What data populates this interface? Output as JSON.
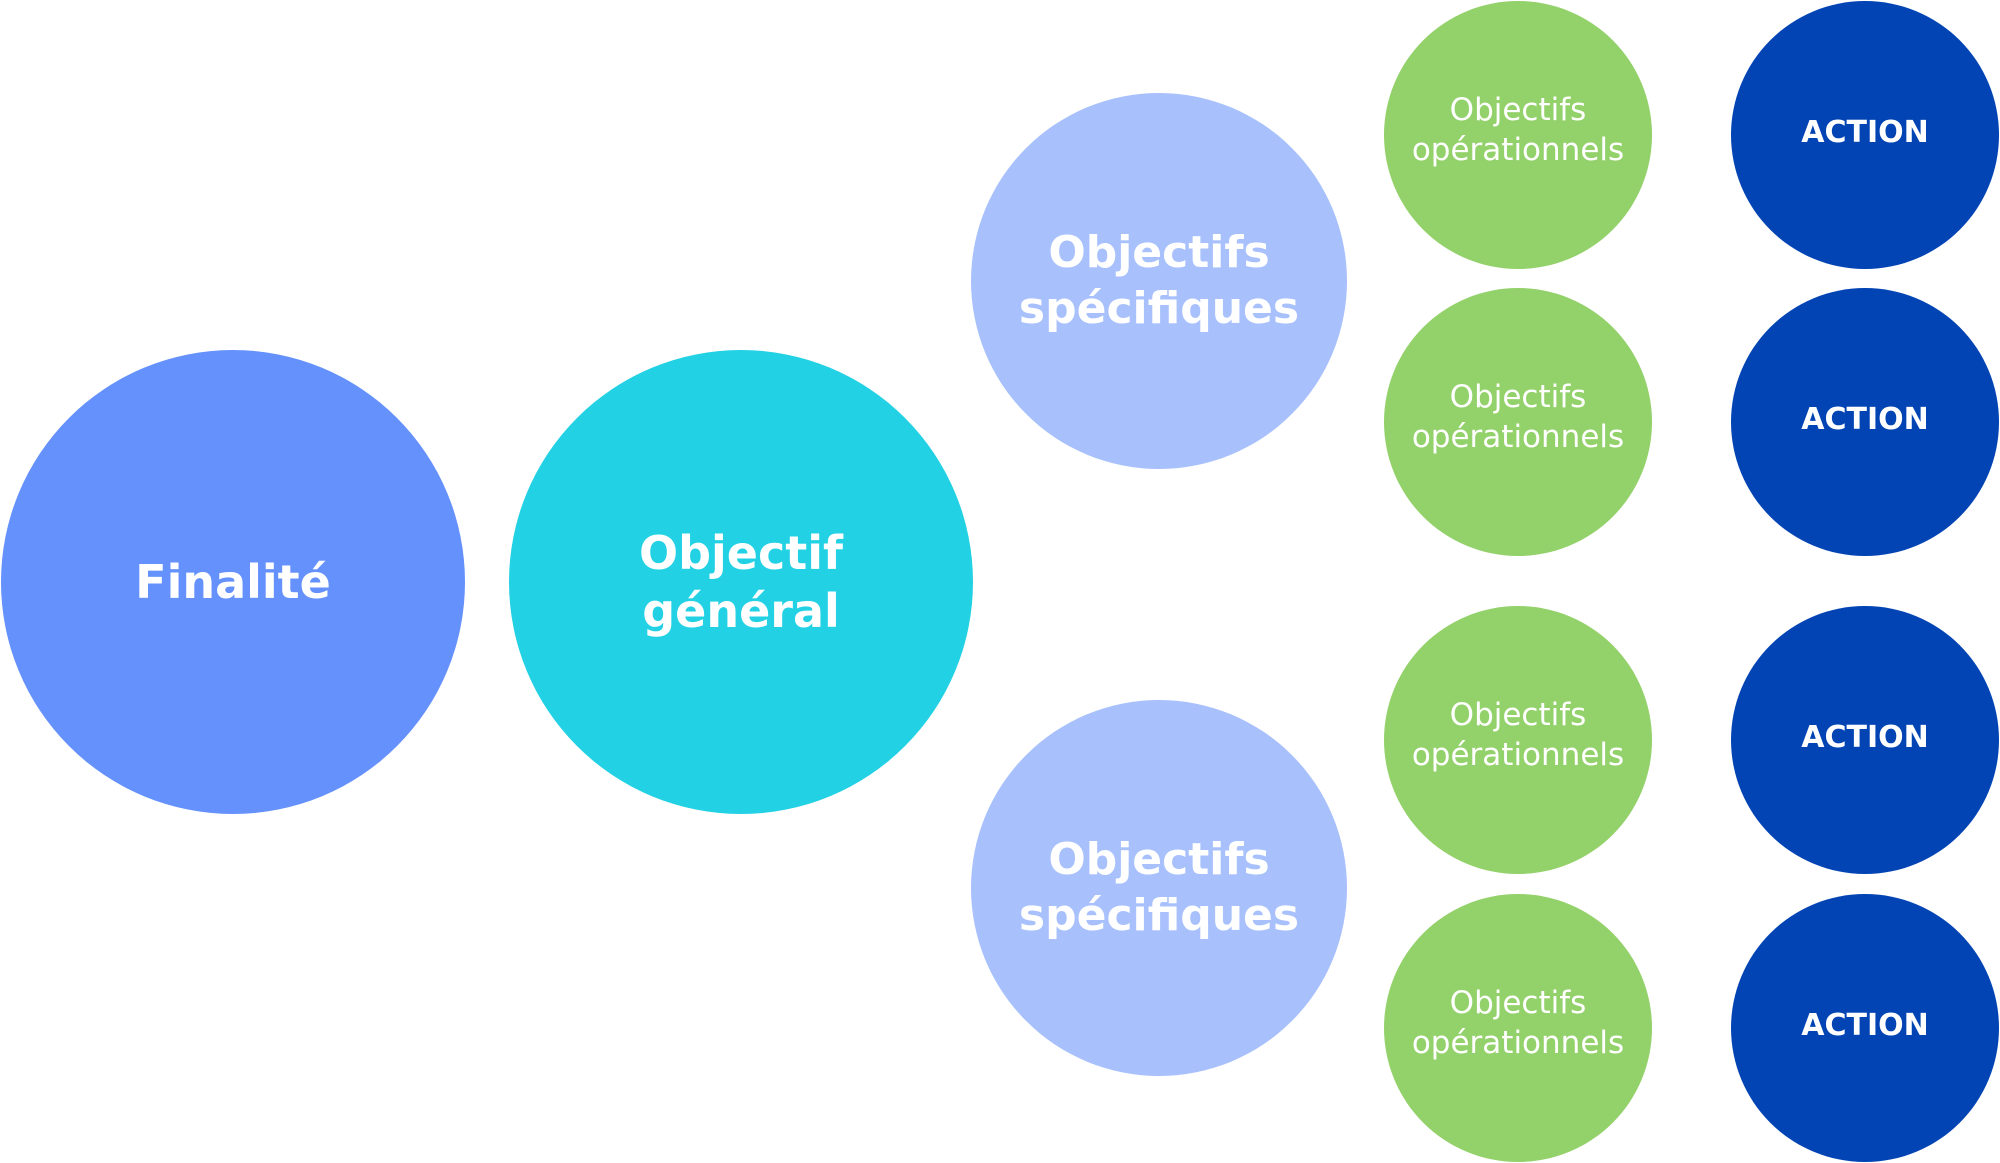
{
  "colors": {
    "finalite": "#6591fd",
    "general": "#22d1e4",
    "specifiques": "#a8c1fc",
    "operationnels": "#93d16a",
    "action": "#0244b4"
  },
  "finalite": "Finalité",
  "objectif_general": "Objectif général",
  "objectifs_specifiques": [
    "Objectifs spécifiques",
    "Objectifs spécifiques"
  ],
  "objectifs_operationnels": [
    "Objectifs opérationnels",
    "Objectifs opérationnels",
    "Objectifs opérationnels",
    "Objectifs opérationnels"
  ],
  "actions": [
    "ACTION",
    "ACTION",
    "ACTION",
    "ACTION"
  ]
}
